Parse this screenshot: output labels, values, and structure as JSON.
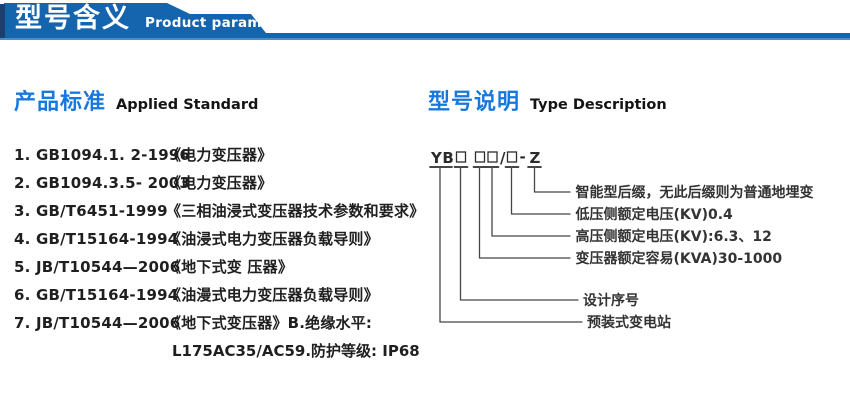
{
  "header": {
    "title_cn": "型号含义",
    "title_en": "Product parameters"
  },
  "left": {
    "heading_cn": "产品标准",
    "heading_en": "Applied Standard",
    "standards": [
      {
        "code": "1. GB1094.1. 2-1996",
        "title": "《电力变压器》"
      },
      {
        "code": "2. GB1094.3.5- 2003",
        "title": "《电力变压器》"
      },
      {
        "code": "3. GB/T6451-1999",
        "title": "《三相油浸式变压器技术参数和要求》"
      },
      {
        "code": "4. GB/T15164-1994",
        "title": "《油浸式电力变压器负载导则》"
      },
      {
        "code": "5. JB/T10544—2006",
        "title": "《地下式变 压器》"
      },
      {
        "code": "6. GB/T15164-1994",
        "title": "《油漫式电力变压器负载导则》"
      },
      {
        "code": "7. JB/T10544—2006",
        "title": "《地下式变压器》B.绝缘水平:"
      }
    ],
    "continuation": "L175AC35/AC59.防护等级: IP68"
  },
  "right": {
    "heading_cn": "型号说明",
    "heading_en": "Type Description",
    "model": {
      "prefix": "YB",
      "slash": "/",
      "dash": "-",
      "suffix": "Z"
    },
    "labels": [
      "智能型后缀，无此后缀则为普通地埋变",
      "低压侧额定电压(KV)0.4",
      "高压侧额定电压(KV):6.3、12",
      "变压器额定容易(KVA)30-1000",
      "设计序号",
      "预装式变电站"
    ]
  },
  "colors": {
    "banner_blue": "#1565ae",
    "banner_dark_edge": "#1c3f6e",
    "banner_light_line": "#4e8cc6",
    "heading_blue": "#1779dd",
    "body_text": "#1f1f1f"
  }
}
